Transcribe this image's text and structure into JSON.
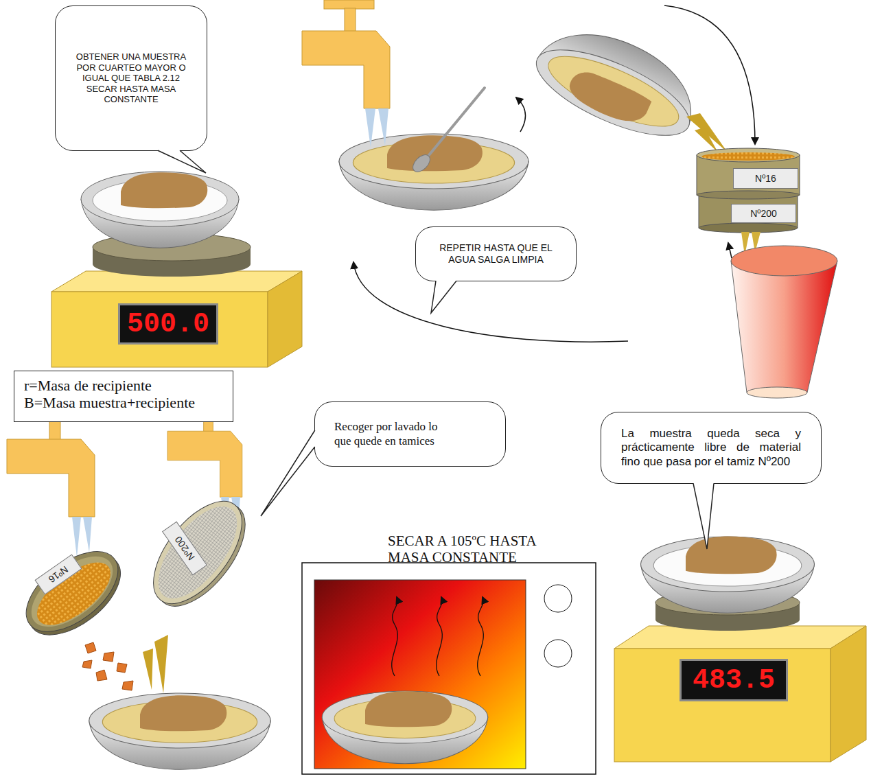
{
  "diagram": {
    "nodes": [
      {
        "text": [
          "OBTENER UNA MUESTRA POR CUARTEO MAYOR O IGUAL QUE TABLA 2.12 SECAR HASTA MASA CONSTANTE"
        ]
      },
      {
        "text": [
          "500.0"
        ]
      },
      {
        "text": [
          "REPETIR HASTA QUE EL AGUA SALGA LIMPIA"
        ]
      },
      {
        "text": [
          "Nº16"
        ]
      },
      {
        "text": [
          "Nº200"
        ]
      },
      {
        "text": [
          "r=Masa de recipiente",
          "B=Masa muestra+recipiente"
        ]
      },
      {
        "text": [
          "Recoger por lavado lo que quede en tamices"
        ]
      },
      {
        "text": [
          "La muestra queda seca y prácticamente libre de material fino que pasa por el tamiz Nº200"
        ]
      },
      {
        "text": [
          "Nº16"
        ]
      },
      {
        "text": [
          "Nº200"
        ]
      },
      {
        "text": [
          "483.5"
        ]
      }
    ],
    "labels": [
      "SECAR A 105ºC HASTA MASA CONSTANTE"
    ]
  }
}
